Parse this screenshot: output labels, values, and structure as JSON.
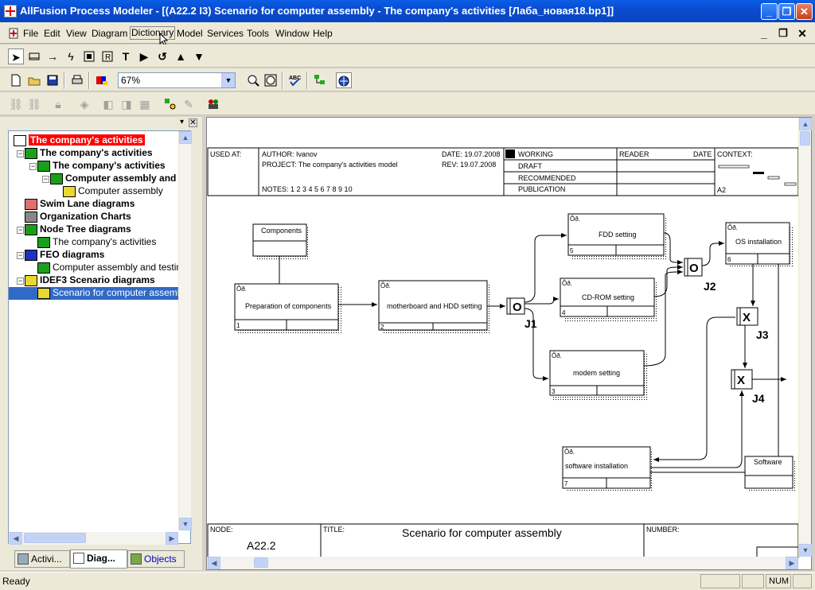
{
  "window": {
    "title": "AllFusion Process Modeler - [(A22.2 I3) Scenario for computer assembly - The company's activities  [Лаба_новая18.bp1]]",
    "min": "_",
    "max": "❐",
    "close": "✕"
  },
  "menu": {
    "items": [
      "File",
      "Edit",
      "View",
      "Diagram",
      "Dictionary",
      "Model",
      "Services",
      "Tools",
      "Window",
      "Help"
    ]
  },
  "toolbar": {
    "zoom_value": "67%"
  },
  "tree": {
    "items": [
      {
        "label": "The company's activities",
        "style": "red"
      },
      {
        "label": "The company's activities"
      },
      {
        "label": "The company's activities"
      },
      {
        "label": "Computer assembly and"
      },
      {
        "label": "Computer assembly"
      },
      {
        "label": "Swim Lane diagrams"
      },
      {
        "label": "Organization Charts"
      },
      {
        "label": "Node Tree diagrams"
      },
      {
        "label": "The company's activities"
      },
      {
        "label": "FEO diagrams"
      },
      {
        "label": "Computer assembly and testing"
      },
      {
        "label": "IDEF3 Scenario diagrams"
      },
      {
        "label": "Scenario for computer assembly",
        "style": "selected"
      }
    ]
  },
  "tabs": {
    "activities": "Activi...",
    "diagrams": "Diag...",
    "objects": "Objects"
  },
  "diagram": {
    "header": {
      "used_at": "USED AT:",
      "author": "AUTHOR:  Ivanov",
      "project": "PROJECT:  The company's activities model",
      "notes": "NOTES:  1  2  3  4  5  6  7  8  9  10",
      "date": "DATE:  19.07.2008",
      "rev": "REV:    19.07.2008",
      "working": "WORKING",
      "draft": "DRAFT",
      "recommended": "RECOMMENDED",
      "publication": "PUBLICATION",
      "reader": "READER",
      "date2": "DATE",
      "context": "CONTEXT:",
      "a2": "A2"
    },
    "footer": {
      "node": "NODE:",
      "node_value": "A22.2",
      "title": "TITLE:",
      "title_value": "Scenario for computer assembly",
      "number": "NUMBER:"
    },
    "boxes": {
      "components": "Components",
      "software_obj": "Software",
      "b1": {
        "label": "Preparation of components",
        "num": "1"
      },
      "b2": {
        "label": "motherboard and HDD setting",
        "num": "2"
      },
      "b3": {
        "label": "modem setting",
        "num": "3"
      },
      "b4": {
        "label": "CD-ROM setting",
        "num": "4"
      },
      "b5": {
        "label": "FDD setting",
        "num": "5"
      },
      "b6": {
        "label": "OS installation",
        "num": "6"
      },
      "b7": {
        "label": "software installation",
        "num": "7"
      },
      "tag": "Ôð."
    },
    "junctions": {
      "j1": {
        "sym": "O",
        "name": "J1"
      },
      "j2": {
        "sym": "O",
        "name": "J2"
      },
      "j3": {
        "sym": "X",
        "name": "J3"
      },
      "j4": {
        "sym": "X",
        "name": "J4"
      }
    }
  },
  "status": {
    "text": "Ready",
    "num": "NUM"
  }
}
